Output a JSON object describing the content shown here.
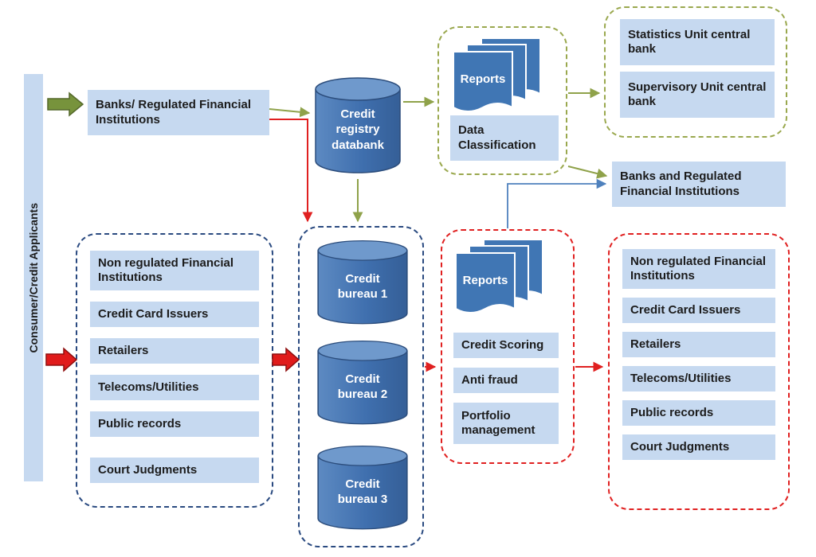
{
  "diagram": {
    "consumer_bar": "Consumer/Credit Applicants",
    "banks_box": "Banks/ Regulated Financial Institutions",
    "credit_registry": "Credit registry databank",
    "registry_reports_label": "Reports",
    "data_classification": "Data Classification",
    "central_bank": {
      "statistics": "Statistics Unit central bank",
      "supervisory": "Supervisory Unit central bank"
    },
    "banks_regulated_right": "Banks  and Regulated Financial Institutions",
    "left_sources": [
      "Non regulated Financial Institutions",
      "Credit Card Issuers",
      "Retailers",
      "Telecoms/Utilities",
      "Public records",
      "Court Judgments"
    ],
    "bureaus": [
      "Credit bureau 1",
      "Credit bureau 2",
      "Credit bureau 3"
    ],
    "bureau_reports_label": "Reports",
    "services": [
      "Credit Scoring",
      "Anti fraud",
      "Portfolio management"
    ],
    "right_recipients": [
      "Non regulated Financial Institutions",
      "Credit Card Issuers",
      "Retailers",
      "Telecoms/Utilities",
      "Public records",
      "Court Judgments"
    ]
  },
  "colors": {
    "box_fill": "#c6d9f0",
    "cylinder_fill": "#4274ae",
    "cylinder_top": "#6f99cc",
    "olive": "#8fa24a",
    "navy": "#2a4a80",
    "red": "#e02020",
    "steel_blue": "#4f81bd",
    "green_arrow": "#77933c"
  }
}
